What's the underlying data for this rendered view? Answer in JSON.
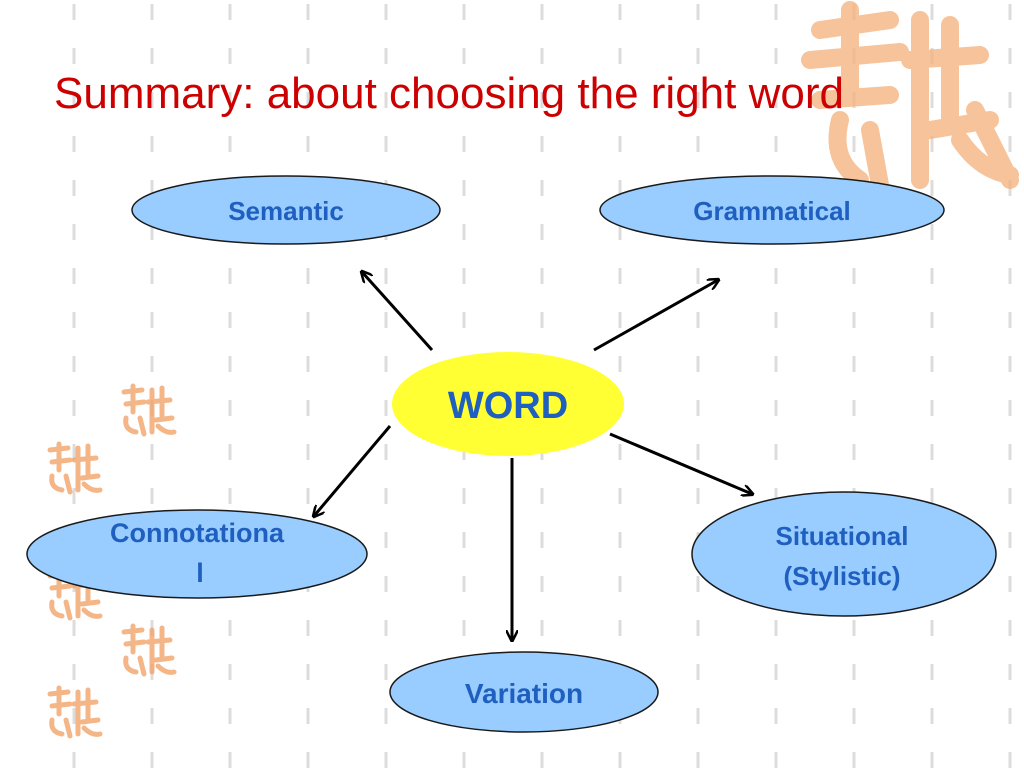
{
  "slide": {
    "title": "Summary: about choosing the right word"
  },
  "diagram": {
    "center": {
      "label": "WORD",
      "color": "#ffff33"
    },
    "nodes": [
      {
        "id": "semantic",
        "label": "Semantic"
      },
      {
        "id": "grammatical",
        "label": "Grammatical"
      },
      {
        "id": "connotational",
        "lines": [
          "Connotationa",
          "l"
        ]
      },
      {
        "id": "situational",
        "lines": [
          "Situational",
          "(Stylistic)"
        ]
      },
      {
        "id": "variation",
        "label": "Variation"
      }
    ],
    "node_color": "#99ccff",
    "text_color": "#1f5fbf",
    "title_color": "#cc0000"
  },
  "decoration": {
    "seal_color": "#f2a36a"
  }
}
